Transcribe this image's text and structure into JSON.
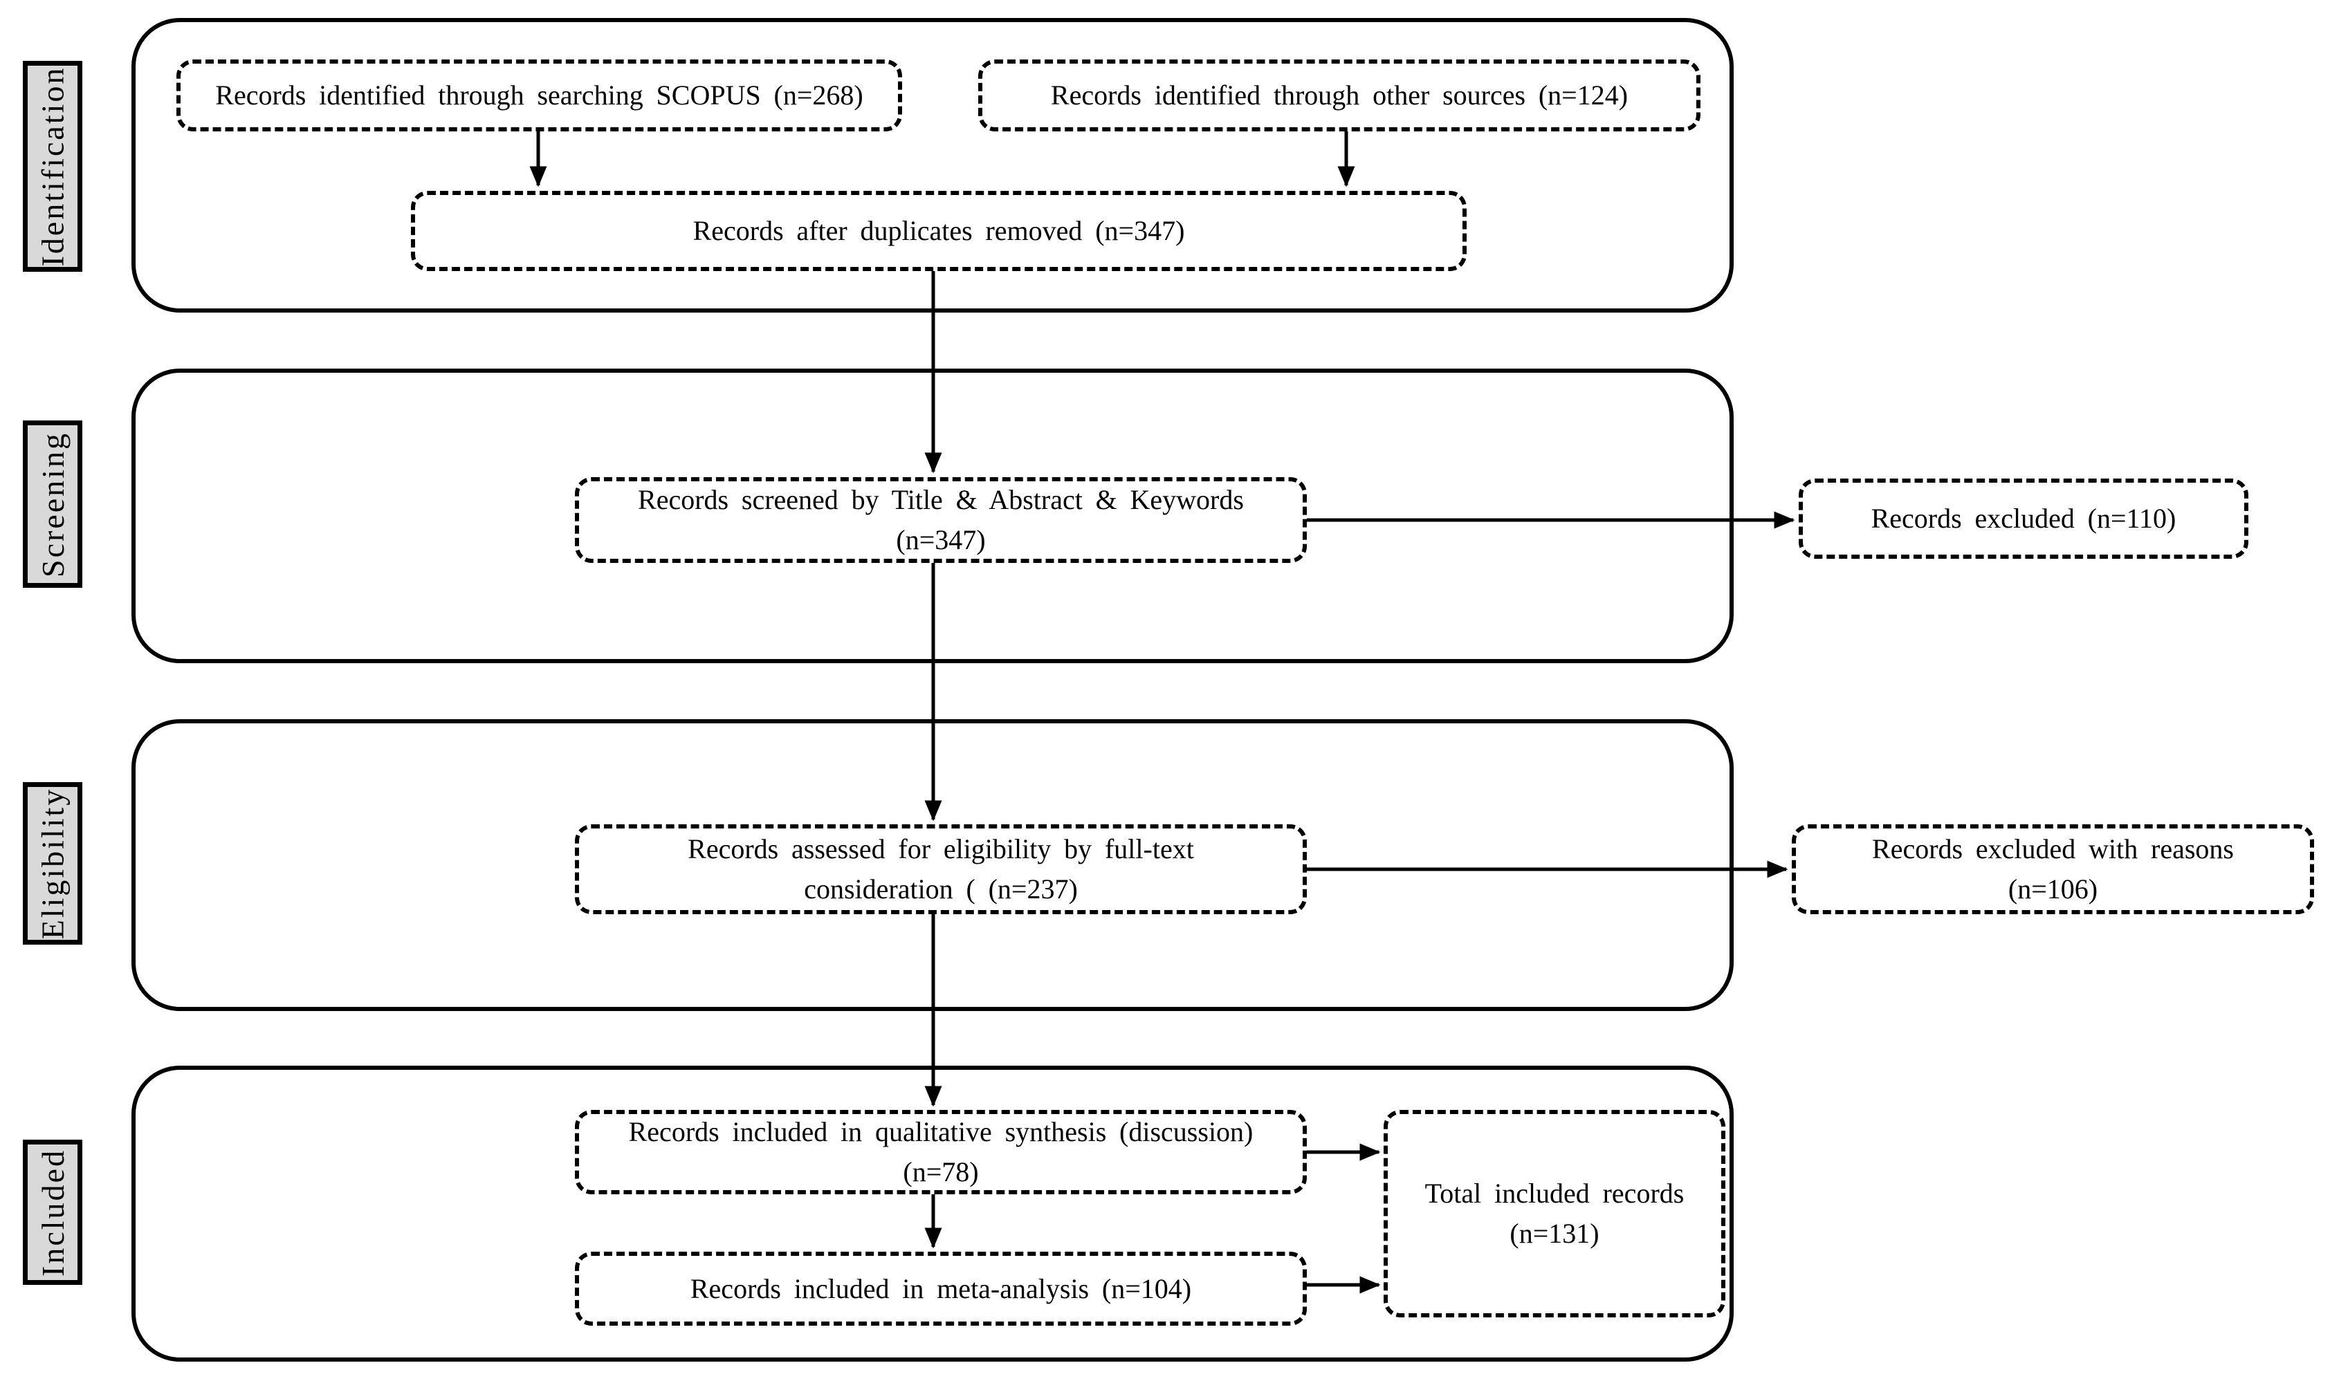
{
  "colors": {
    "ink": "#000000",
    "stage_label_fill": "#d9d9d9",
    "background": "#ffffff"
  },
  "diagram": {
    "stages": {
      "identification": "Identification",
      "screening": "Screening",
      "eligibility": "Eligibility",
      "included": "Included"
    },
    "boxes": {
      "scopus": {
        "text": "Records identified through searching SCOPUS (n=268)"
      },
      "other_sources": {
        "text": "Records identified through other sources (n=124)"
      },
      "duplicates_removed": {
        "text": "Records after duplicates removed (n=347)"
      },
      "screened": {
        "line1": "Records screened by Title & Abstract & Keywords",
        "line2": "(n=347)"
      },
      "excluded": {
        "text": "Records excluded (n=110)"
      },
      "eligibility_fulltext": {
        "line1": "Records assessed for eligibility by full-text",
        "line2": "consideration ( (n=237)"
      },
      "excluded_reasons": {
        "line1": "Records excluded with reasons",
        "line2": "(n=106)"
      },
      "qualitative": {
        "line1": "Records included in qualitative synthesis (discussion)",
        "line2": "(n=78)"
      },
      "meta_analysis": {
        "text": "Records included in meta-analysis (n=104)"
      },
      "total_included": {
        "line1": "Total included records",
        "line2": "(n=131)"
      }
    },
    "connections": [
      {
        "from": "scopus",
        "to": "duplicates_removed"
      },
      {
        "from": "other_sources",
        "to": "duplicates_removed"
      },
      {
        "from": "duplicates_removed",
        "to": "screened"
      },
      {
        "from": "screened",
        "to": "excluded"
      },
      {
        "from": "screened",
        "to": "eligibility_fulltext"
      },
      {
        "from": "eligibility_fulltext",
        "to": "excluded_reasons"
      },
      {
        "from": "eligibility_fulltext",
        "to": "qualitative"
      },
      {
        "from": "qualitative",
        "to": "meta_analysis"
      },
      {
        "from": "qualitative",
        "to": "total_included"
      },
      {
        "from": "meta_analysis",
        "to": "total_included"
      }
    ]
  }
}
